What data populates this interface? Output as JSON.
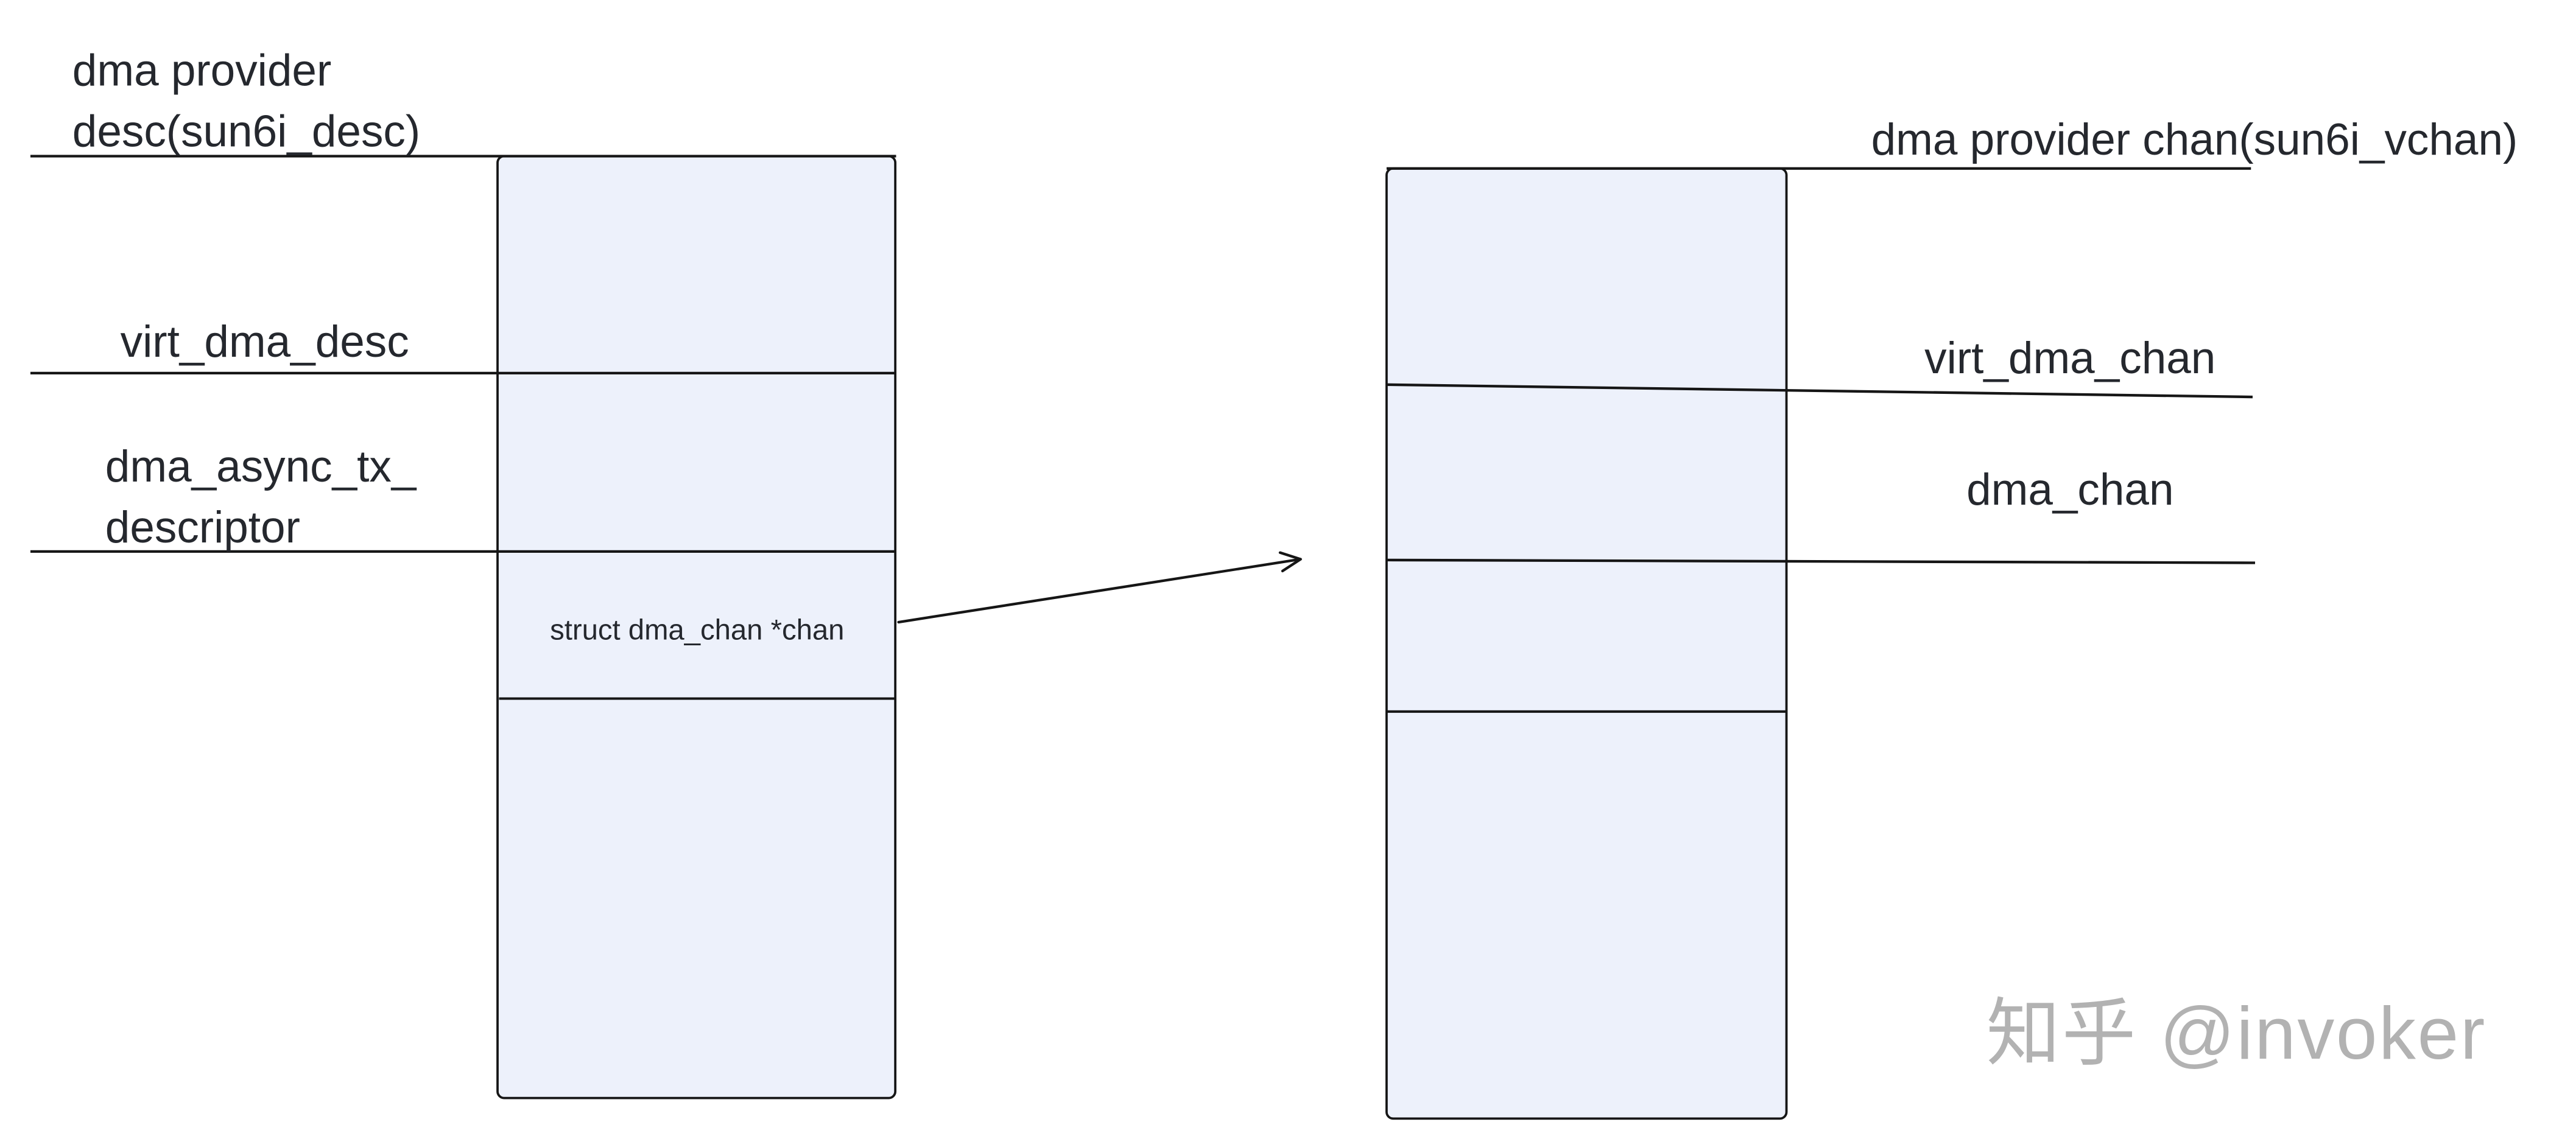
{
  "colors": {
    "box_fill": "#edf1fb",
    "line": "#161616",
    "text": "#25282e",
    "watermark": "#b2b2b2"
  },
  "left_structure": {
    "title_line1": "dma provider",
    "title_line2": "desc(sun6i_desc)",
    "field1_label": "virt_dma_desc",
    "field2_label_line1": "dma_async_tx_",
    "field2_label_line2": "descriptor",
    "field3_inner_text": "struct dma_chan *chan"
  },
  "right_structure": {
    "title": "dma provider chan(sun6i_vchan)",
    "field1_label": "virt_dma_chan",
    "field2_label": "dma_chan"
  },
  "watermark": "知乎 @invoker"
}
